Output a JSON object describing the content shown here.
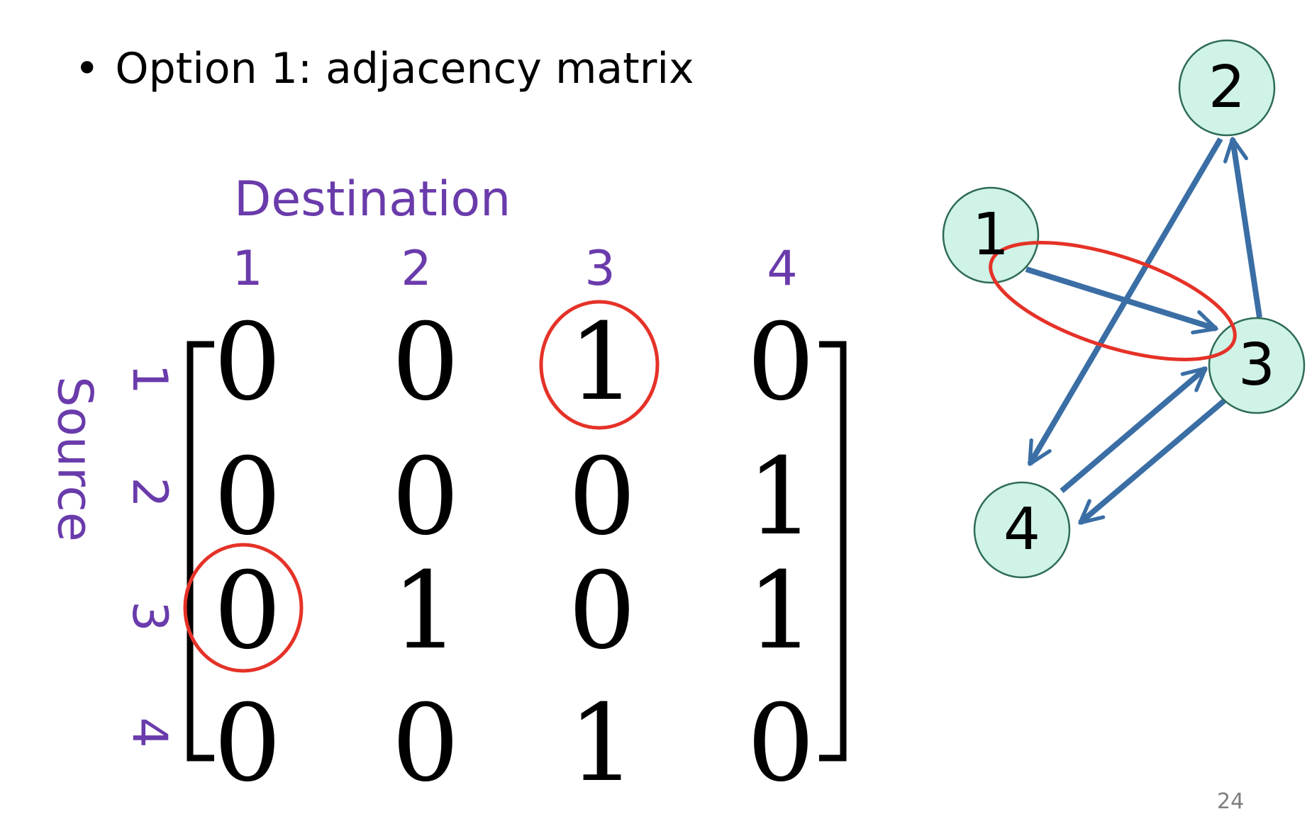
{
  "slide": {
    "bullet_marker": "•",
    "bullet_text": "Option 1: adjacency matrix",
    "page_number": "24"
  },
  "matrix": {
    "destination_label": "Destination",
    "source_label": "Source",
    "column_labels": [
      "1",
      "2",
      "3",
      "4"
    ],
    "row_labels": [
      "1",
      "2",
      "3",
      "4"
    ],
    "rows": [
      [
        "0",
        "0",
        "1",
        "0"
      ],
      [
        "0",
        "0",
        "0",
        "1"
      ],
      [
        "0",
        "1",
        "0",
        "1"
      ],
      [
        "0",
        "0",
        "1",
        "0"
      ]
    ],
    "highlighted_cells": [
      {
        "row": 1,
        "col": 3
      },
      {
        "row": 3,
        "col": 1
      }
    ]
  },
  "graph": {
    "nodes": [
      {
        "id": "1",
        "label": "1"
      },
      {
        "id": "2",
        "label": "2"
      },
      {
        "id": "3",
        "label": "3"
      },
      {
        "id": "4",
        "label": "4"
      }
    ],
    "edges": [
      {
        "from": "1",
        "to": "3"
      },
      {
        "from": "3",
        "to": "2"
      },
      {
        "from": "2",
        "to": "4"
      },
      {
        "from": "4",
        "to": "3"
      },
      {
        "from": "3",
        "to": "4"
      }
    ],
    "highlighted_edge": {
      "from": "1",
      "to": "3"
    }
  },
  "colors": {
    "label_purple": "#6a3bab",
    "node_fill": "#cff3e6",
    "node_stroke": "#2e6b55",
    "edge_blue": "#3a6ea5",
    "highlight_red": "#e53228"
  }
}
